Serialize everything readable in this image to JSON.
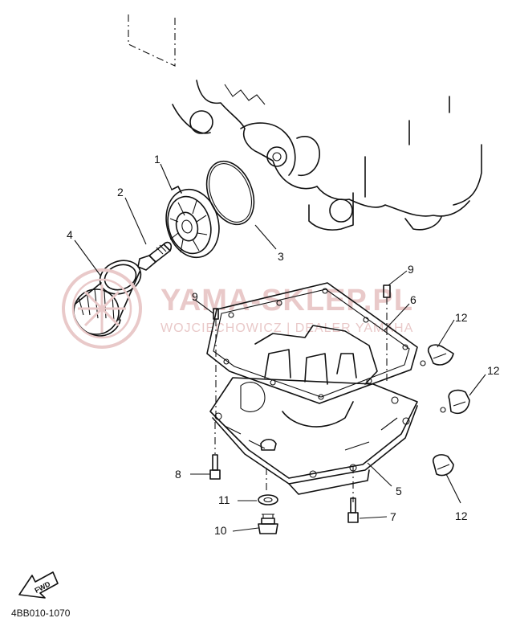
{
  "diagram": {
    "part_numbers": [
      "1",
      "2",
      "3",
      "4",
      "5",
      "6",
      "7",
      "8",
      "9",
      "9",
      "10",
      "11",
      "12",
      "12",
      "12"
    ],
    "fwd_label": "FWD",
    "drawing_code": "4BB010-1070"
  },
  "watermark": {
    "brand": "YAMA-SKLEP.PL",
    "subtitle": "WOJCIECHOWICZ | DEALER YAMAHA"
  }
}
